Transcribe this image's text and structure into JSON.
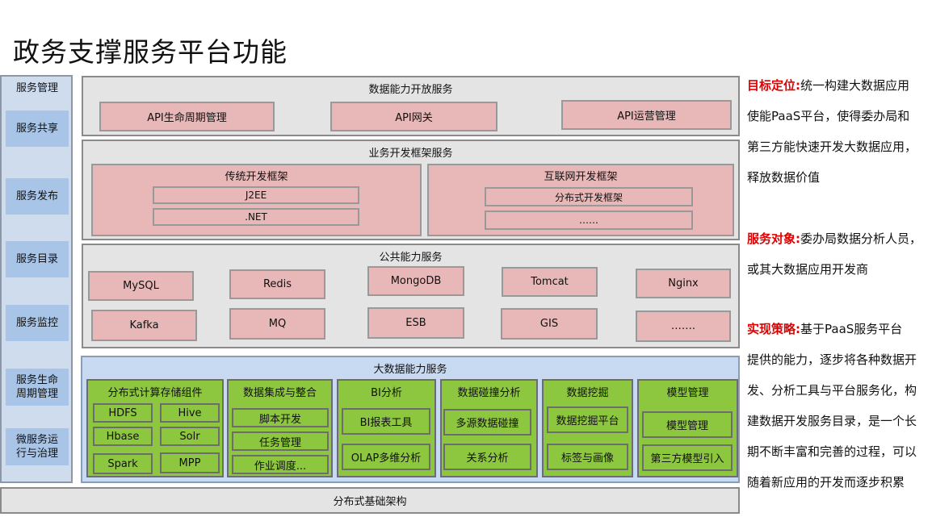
{
  "title": "政务支撑服务平台功能",
  "sidebar": {
    "heading": "服务管理",
    "items": [
      "服务共享",
      "服务发布",
      "服务目录",
      "服务监控",
      "服务生命周期管理",
      "微服务运行与治理"
    ]
  },
  "data_open": {
    "title": "数据能力开放服务",
    "items": [
      "API生命周期管理",
      "API网关",
      "API运营管理"
    ]
  },
  "biz_dev": {
    "title": "业务开发框架服务",
    "traditional": {
      "title": "传统开发框架",
      "items": [
        "J2EE",
        ".NET"
      ]
    },
    "internet": {
      "title": "互联网开发框架",
      "items": [
        "分布式开发框架",
        "……"
      ]
    }
  },
  "public": {
    "title": "公共能力服务",
    "row1": [
      "MySQL",
      "Redis",
      "MongoDB",
      "Tomcat",
      "Nginx"
    ],
    "row2": [
      "Kafka",
      "MQ",
      "ESB",
      "GIS",
      "……."
    ]
  },
  "bigdata": {
    "title": "大数据能力服务",
    "compute": {
      "title": "分布式计算存储组件",
      "items": [
        "HDFS",
        "Hive",
        "Hbase",
        "Solr",
        "Spark",
        "MPP"
      ]
    },
    "integration": {
      "title": "数据集成与整合",
      "items": [
        "脚本开发",
        "任务管理",
        "作业调度..."
      ]
    },
    "bi": {
      "title": "BI分析",
      "items": [
        "BI报表工具",
        "OLAP多维分析"
      ]
    },
    "collision": {
      "title": "数据碰撞分析",
      "items": [
        "多源数据碰撞",
        "关系分析"
      ]
    },
    "mining": {
      "title": "数据挖掘",
      "items": [
        "数据挖掘平台",
        "标签与画像"
      ]
    },
    "model": {
      "title": "模型管理",
      "items": [
        "模型管理",
        "第三方模型引入"
      ]
    }
  },
  "foundation": "分布式基础架构",
  "description": {
    "goal_label": "目标定位:",
    "goal_lines": [
      "统一构建大数据应用",
      "使能PaaS平台，使得委办局和",
      "第三方能快速开发大数据应用，",
      "释放数据价值"
    ],
    "target_label": "服务对象:",
    "target_lines": [
      "委办局数据分析人员，",
      "或其大数据应用开发商"
    ],
    "strategy_label": "实现策略:",
    "strategy_lines": [
      "基于PaaS服务平台",
      "提供的能力，逐步将各种数据开",
      "发、分析工具与平台服务化，构",
      "建数据开发服务目录，是一个长",
      "期不断丰富和完善的过程，可以",
      "随着新应用的开发而逐步积累"
    ]
  }
}
